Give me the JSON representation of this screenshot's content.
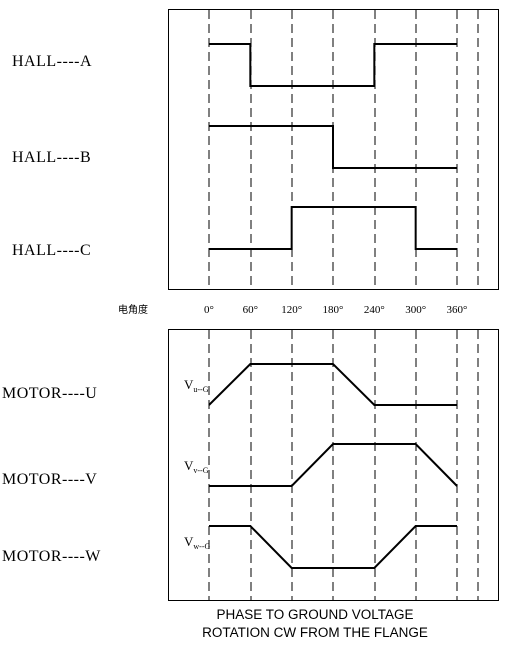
{
  "hall_labels": [
    "HALL----A",
    "HALL----B",
    "HALL----C"
  ],
  "motor_labels": [
    "MOTOR----U",
    "MOTOR----V",
    "MOTOR----W"
  ],
  "angle_axis_label": "电角度",
  "angle_ticks": [
    "0°",
    "60°",
    "120°",
    "180°",
    "240°",
    "300°",
    "360°"
  ],
  "voltage_labels": [
    {
      "main": "V",
      "sub": "u--G"
    },
    {
      "main": "V",
      "sub": "v--G"
    },
    {
      "main": "V",
      "sub": "w--G"
    }
  ],
  "caption_line1": "PHASE TO GROUND VOLTAGE",
  "caption_line2": "ROTATION CW FROM THE FLANGE",
  "chart_data": {
    "type": "line",
    "x_unit_degrees": [
      0,
      60,
      120,
      180,
      240,
      300,
      360
    ],
    "hall_signals": [
      {
        "levels": [
          1,
          0,
          0,
          0,
          1,
          1
        ]
      },
      {
        "levels": [
          1,
          1,
          1,
          0,
          0,
          0
        ]
      },
      {
        "levels": [
          0,
          0,
          1,
          1,
          1,
          0
        ]
      }
    ],
    "phase_voltages": [
      {
        "points": [
          [
            0,
            0
          ],
          [
            60,
            1
          ],
          [
            120,
            1
          ],
          [
            180,
            1
          ],
          [
            240,
            0
          ],
          [
            300,
            0
          ],
          [
            360,
            0
          ]
        ]
      },
      {
        "points": [
          [
            0,
            0
          ],
          [
            60,
            0
          ],
          [
            120,
            0
          ],
          [
            180,
            1
          ],
          [
            240,
            1
          ],
          [
            300,
            1
          ],
          [
            360,
            0
          ]
        ]
      },
      {
        "points": [
          [
            0,
            1
          ],
          [
            60,
            1
          ],
          [
            120,
            0
          ],
          [
            180,
            0
          ],
          [
            240,
            0
          ],
          [
            300,
            1
          ],
          [
            360,
            1
          ]
        ]
      }
    ]
  }
}
